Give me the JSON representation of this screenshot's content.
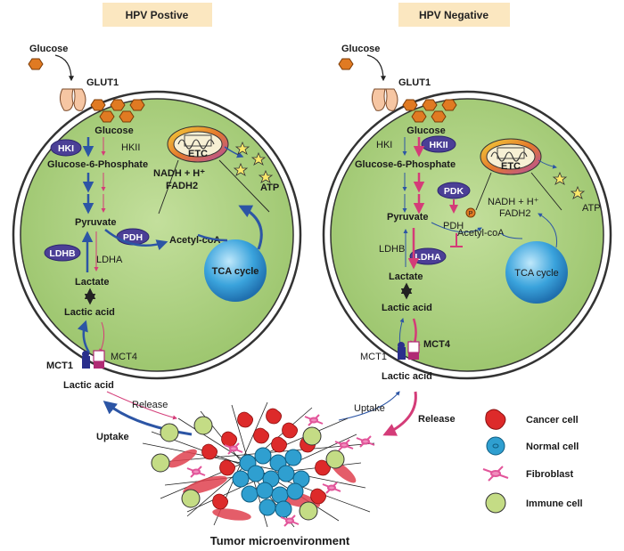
{
  "headers": {
    "left": "HPV Postive",
    "right": "HPV Negative"
  },
  "left_cell": {
    "glucose_outside": "Glucose",
    "transporter": "GLUT1",
    "glucose": "Glucose",
    "hk1": "HKI",
    "hk2": "HKII",
    "g6p": "Glucose-6-Phosphate",
    "pyruvate": "Pyruvate",
    "pdh": "PDH",
    "acetyl": "Acetyl-coA",
    "ldhb": "LDHB",
    "ldha": "LDHA",
    "lactate": "Lactate",
    "lactic_inside": "Lactic acid",
    "etc": "ETC",
    "nadh": "NADH + H⁺",
    "fadh2": "FADH2",
    "atp": "ATP",
    "tca": "TCA cycle",
    "mct1": "MCT1",
    "mct4": "MCT4",
    "lactic_outside": "Lactic acid"
  },
  "right_cell": {
    "glucose_outside": "Glucose",
    "transporter": "GLUT1",
    "glucose": "Glucose",
    "hk1": "HKI",
    "hk2": "HKII",
    "g6p": "Glucose-6-Phosphate",
    "pdk": "PDK",
    "p": "P",
    "pyruvate": "Pyruvate",
    "pdh": "PDH",
    "acetyl": "Acetyl-coA",
    "ldhb": "LDHB",
    "ldha": "LDHA",
    "lactate": "Lactate",
    "lactic_inside": "Lactic acid",
    "etc": "ETC",
    "nadh": "NADH + H⁺",
    "fadh2": "FADH2",
    "atp": "ATP",
    "tca": "TCA cycle",
    "mct1": "MCT1",
    "mct4": "MCT4",
    "lactic_outside": "Lactic acid"
  },
  "flows": {
    "left_release": "Release",
    "left_uptake": "Uptake",
    "right_uptake": "Uptake",
    "right_release": "Release"
  },
  "legend": [
    {
      "label": "Cancer cell"
    },
    {
      "label": "Normal cell"
    },
    {
      "label": "Fibroblast"
    },
    {
      "label": "Immune cell"
    }
  ],
  "footer": "Tumor microenvironment",
  "colors": {
    "cell_fill": "#a9cf7d",
    "header_bg": "#fbe7c0",
    "enzyme": "#4b3f96",
    "blue_arrow": "#2c55a5",
    "pink_arrow": "#d43c78",
    "tca": "#3aa3dc",
    "cancer": "#dd2a2a",
    "normal": "#2f9fd0",
    "fibroblast": "#e2559a",
    "immune": "#c4dc85"
  }
}
